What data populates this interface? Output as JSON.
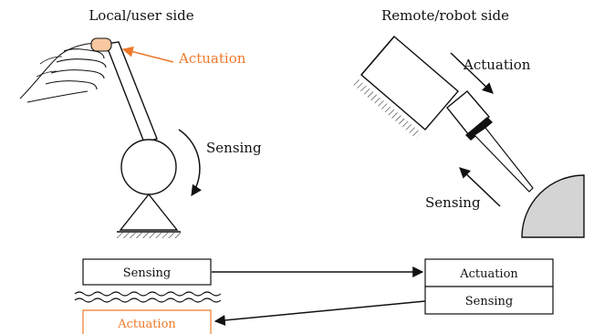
{
  "local": {
    "title": "Local/user side",
    "actuation_label": "Actuation",
    "sensing_label": "Sensing"
  },
  "remote": {
    "title": "Remote/robot side",
    "actuation_label": "Actuation",
    "sensing_label": "Sensing"
  },
  "blocks": {
    "local_sensing": "Sensing",
    "local_actuation": "Actuation",
    "remote_actuation": "Actuation",
    "remote_sensing": "Sensing"
  },
  "colors": {
    "accent": "#f07828",
    "ink": "#111111",
    "gray_fill": "#d4d4d4",
    "finger": "#f8c8a0"
  }
}
